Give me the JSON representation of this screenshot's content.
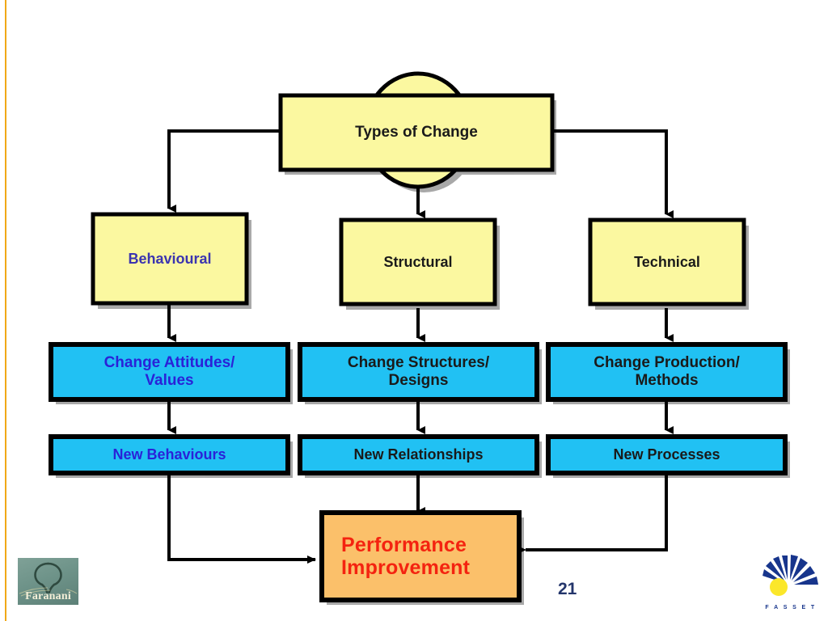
{
  "slide": {
    "page_number": "21",
    "accent_rule_color": "#f0a818",
    "background": "#ffffff"
  },
  "diagram": {
    "type": "flowchart",
    "title_node": {
      "label": "Types of Change",
      "shape": "rectangle-over-ellipse",
      "fill": "#fbf8a0",
      "text_color": "#1a1a1a"
    },
    "level2": [
      {
        "label": "Behavioural",
        "fill": "#fbf8a0",
        "text_color": "#3b34b0"
      },
      {
        "label": "Structural",
        "fill": "#fbf8a0",
        "text_color": "#1a1a1a"
      },
      {
        "label": "Technical",
        "fill": "#fbf8a0",
        "text_color": "#1a1a1a"
      }
    ],
    "level3": [
      {
        "label": "Change Attitudes/\nValues",
        "fill": "#21c1f3",
        "text_color": "#2a22d8"
      },
      {
        "label": "Change Structures/\nDesigns",
        "fill": "#21c1f3",
        "text_color": "#1a1a1a"
      },
      {
        "label": "Change Production/\nMethods",
        "fill": "#21c1f3",
        "text_color": "#1a1a1a"
      }
    ],
    "level4": [
      {
        "label": "New Behaviours",
        "fill": "#21c1f3",
        "text_color": "#2a22d8"
      },
      {
        "label": "New Relationships",
        "fill": "#21c1f3",
        "text_color": "#1a1a1a"
      },
      {
        "label": "New Processes",
        "fill": "#21c1f3",
        "text_color": "#1a1a1a"
      }
    ],
    "outcome": {
      "label": "Performance\nImprovement",
      "fill": "#fbc06a",
      "text_color": "#f42310"
    },
    "connector_color": "#000000",
    "shadow_color": "#8c8c8c"
  },
  "logos": {
    "faranani": {
      "name": "Faranani",
      "word": "Faranani"
    },
    "fasset": {
      "name": "FASSET",
      "word": "F A S S E T",
      "ray_color": "#17358c",
      "sun_color": "#fbe72a"
    }
  }
}
